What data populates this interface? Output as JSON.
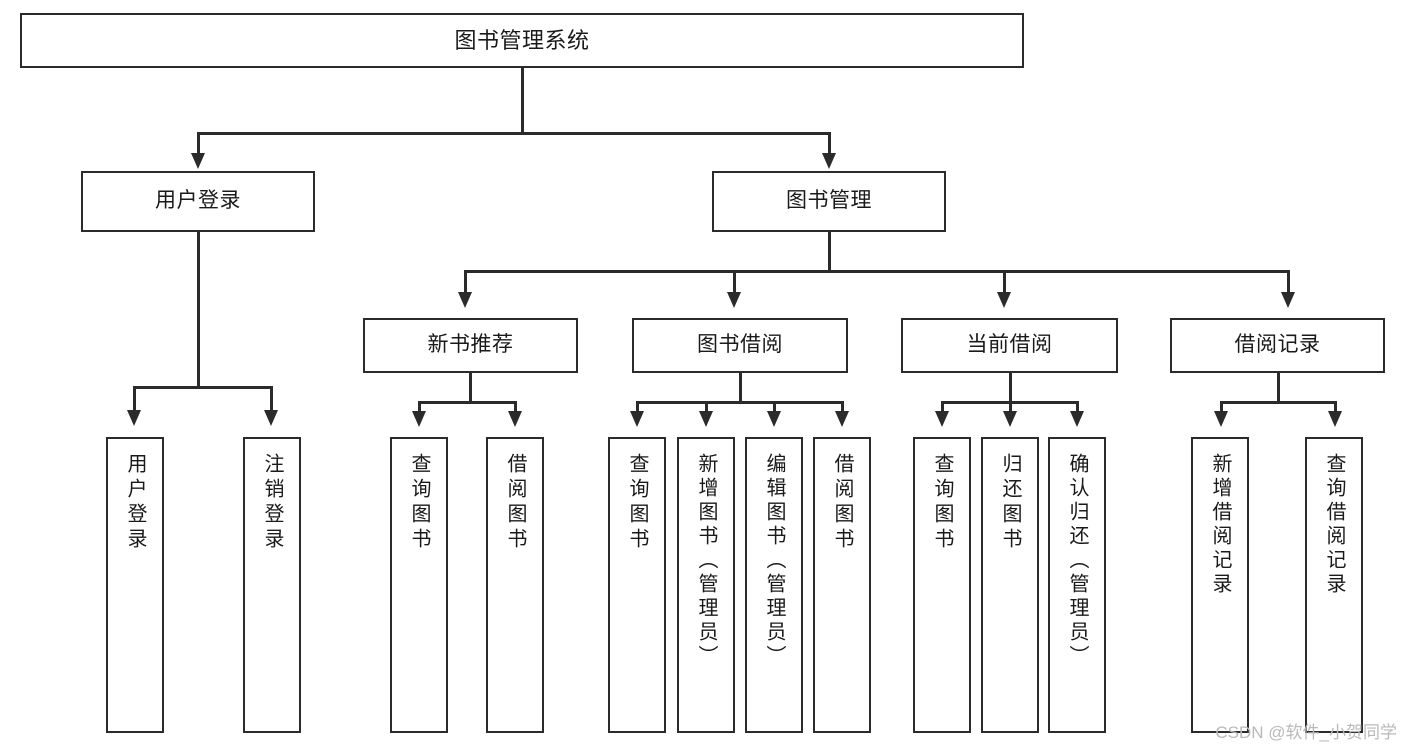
{
  "diagram": {
    "type": "tree",
    "title": "图书管理系统",
    "root": {
      "label": "图书管理系统",
      "children": [
        {
          "label": "用户登录",
          "children": [
            {
              "label": "用户登录"
            },
            {
              "label": "注销登录"
            }
          ]
        },
        {
          "label": "图书管理",
          "children": [
            {
              "label": "新书推荐",
              "children": [
                {
                  "label": "查询图书"
                },
                {
                  "label": "借阅图书"
                }
              ]
            },
            {
              "label": "图书借阅",
              "children": [
                {
                  "label": "查询图书"
                },
                {
                  "label": "新增图书（管理员）"
                },
                {
                  "label": "编辑图书（管理员）"
                },
                {
                  "label": "借阅图书"
                }
              ]
            },
            {
              "label": "当前借阅",
              "children": [
                {
                  "label": "查询图书"
                },
                {
                  "label": "归还图书"
                },
                {
                  "label": "确认归还（管理员）"
                }
              ]
            },
            {
              "label": "借阅记录",
              "children": [
                {
                  "label": "新增借阅记录"
                },
                {
                  "label": "查询借阅记录"
                }
              ]
            }
          ]
        }
      ]
    }
  },
  "nodes": {
    "root": "图书管理系统",
    "l2": {
      "user_login": "用户登录",
      "book_manage": "图书管理"
    },
    "l3": {
      "new_book_rec": "新书推荐",
      "book_borrow": "图书借阅",
      "current_borrow": "当前借阅",
      "borrow_record": "借阅记录"
    },
    "leaves": {
      "user_login": "用户登录",
      "logout": "注销登录",
      "nb_query_book": "查询图书",
      "nb_borrow_book": "借阅图书",
      "bb_query_book": "查询图书",
      "bb_add_book": "新增图书（管理员）",
      "bb_edit_book": "编辑图书（管理员）",
      "bb_borrow_book": "借阅图书",
      "cb_query_book": "查询图书",
      "cb_return_book": "归还图书",
      "cb_confirm_return": "确认归还（管理员）",
      "br_add_record": "新增借阅记录",
      "br_query_record": "查询借阅记录"
    }
  },
  "watermark": {
    "text": "CSDN @软件_小贺同学"
  },
  "colors": {
    "stroke": "#2b2b2b",
    "background": "#ffffff",
    "text": "#1a1a1a",
    "watermark": "#b9b9b9"
  }
}
